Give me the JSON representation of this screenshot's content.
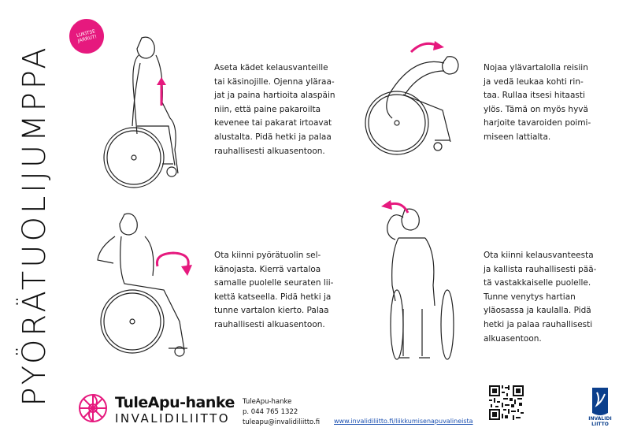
{
  "title": "PYÖRÄTUOLIJUMPPA",
  "badge": {
    "line1": "LUKITSE",
    "line2": "JARRUT!"
  },
  "exercises": [
    {
      "lines": [
        "Aseta kädet kelausvanteille",
        "tai käsinojille. Ojenna yläraa-",
        "jat ja paina hartioita alaspäin",
        "niin, että paine pakaroilta",
        "kevenee tai pakarat irtoavat",
        "alustalta. Pidä hetki ja palaa",
        "rauhallisesti alkuasentoon."
      ]
    },
    {
      "lines": [
        "Nojaa ylävartalolla reisiin",
        "ja vedä leukaa kohti rin-",
        "taa.  Rullaa itsesi hitaasti",
        "ylös. Tämä on myös hyvä",
        "harjoite tavaroiden poimi-",
        "miseen lattialta."
      ]
    },
    {
      "lines": [
        "Ota kiinni pyörätuolin sel-",
        "känojasta. Kierrä vartaloa",
        "samalle puolelle seuraten lii-",
        "kettä katseella. Pidä hetki ja",
        "tunne vartalon kierto. Palaa",
        "rauhallisesti alkuasentoon."
      ]
    },
    {
      "lines": [
        "Ota kiinni kelausvanteesta",
        "ja kallista rauhallisesti pää-",
        "tä vastakkaiselle puolelle.",
        "Tunne venytys hartian",
        "yläosassa ja kaulalla. Pidä",
        "hetki ja palaa rauhallisesti",
        "alkuasentoon."
      ]
    }
  ],
  "brand": {
    "name": "TuleApu-hanke",
    "sub": "INVALIDILIITTO"
  },
  "contact": {
    "name": "TuleApu-hanke",
    "phone": "p. 044 765 1322",
    "email": "tuleapu@invalidiliitto.fi"
  },
  "url": "www.invalidiliitto.fi/liikkumisenapuvalineista",
  "corner_logo": {
    "line1": "INVALIDI",
    "line2": "LIITTO"
  },
  "colors": {
    "accent": "#e6197e",
    "link": "#1a4fb0",
    "corner": "#0b3f8c"
  },
  "icons": [
    "wheelchair-exercise-illustration",
    "up-arrow-icon",
    "curved-arrow-icon",
    "qr-code",
    "invalidiliitto-logo"
  ]
}
